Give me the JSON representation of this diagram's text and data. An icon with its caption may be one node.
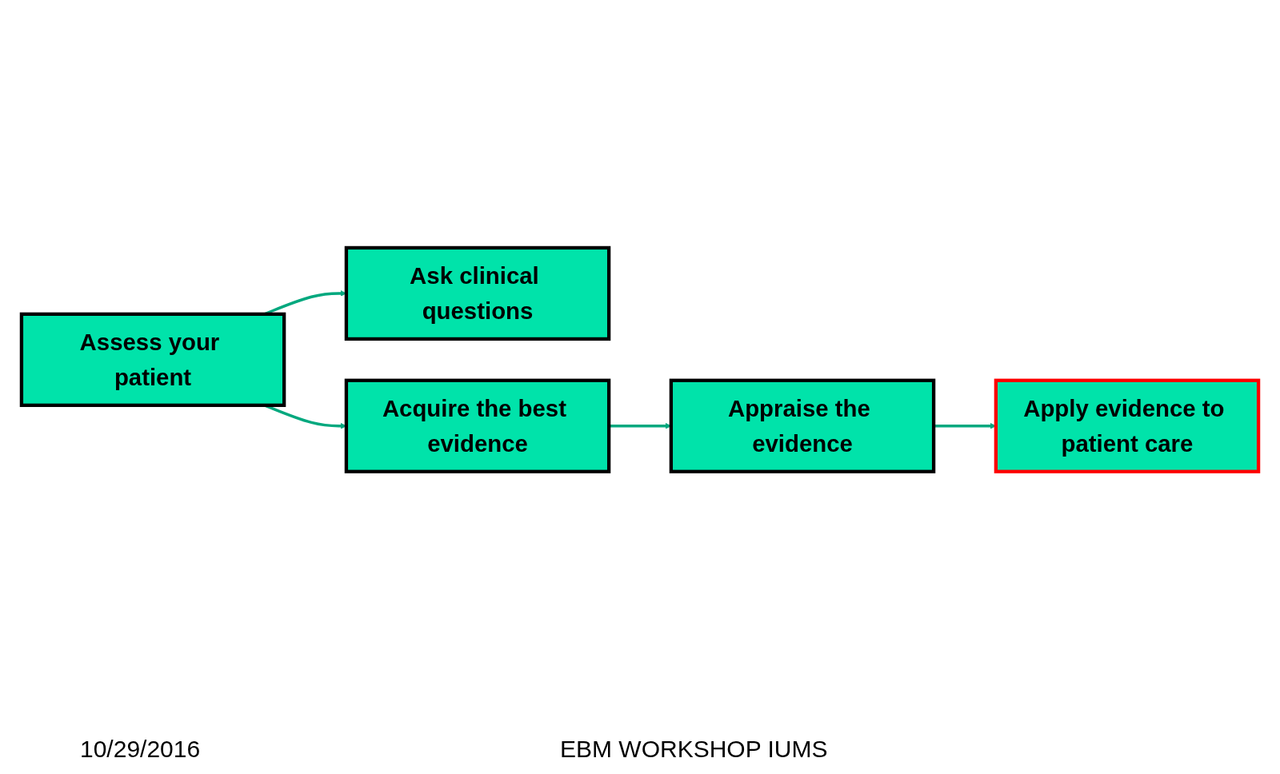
{
  "diagram": {
    "nodes": [
      {
        "text": [
          "Assess your patient"
        ]
      },
      {
        "text": [
          "Ask clinical questions"
        ]
      },
      {
        "text": [
          "Acquire the best evidence"
        ]
      },
      {
        "text": [
          "Appraise the evidence"
        ]
      },
      {
        "text": [
          "Apply evidence to patient care"
        ]
      }
    ],
    "edges": [
      {
        "from": 0,
        "to": 1,
        "arrow": "to"
      },
      {
        "from": 0,
        "to": 2,
        "arrow": "to"
      },
      {
        "from": 2,
        "to": 3,
        "arrow": "to"
      },
      {
        "from": 3,
        "to": 4,
        "arrow": "to"
      }
    ],
    "labels": [
      "10/29/2016",
      "EBM WORKSHOP IUMS"
    ]
  }
}
